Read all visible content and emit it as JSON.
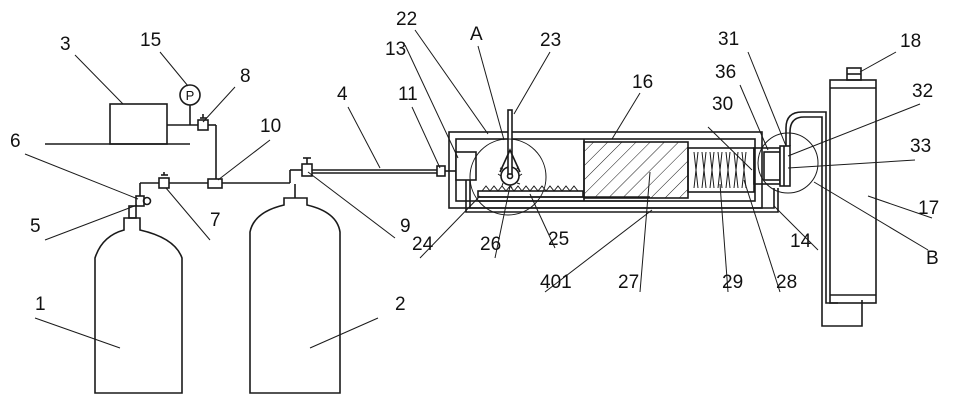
{
  "figure": {
    "labels": {
      "n1": "1",
      "n2": "2",
      "n3": "3",
      "n4": "4",
      "n5": "5",
      "n6": "6",
      "n7": "7",
      "n8": "8",
      "n9": "9",
      "n10": "10",
      "n11": "11",
      "n13": "13",
      "n14": "14",
      "n15": "15",
      "n16": "16",
      "n17": "17",
      "n18": "18",
      "n22": "22",
      "n23": "23",
      "n24": "24",
      "n25": "25",
      "n26": "26",
      "n27": "27",
      "n28": "28",
      "n29": "29",
      "n30": "30",
      "n31": "31",
      "n32": "32",
      "n33": "33",
      "n36": "36",
      "n401": "401",
      "A": "A",
      "B": "B",
      "pressure_gauge_mark": "P"
    }
  }
}
